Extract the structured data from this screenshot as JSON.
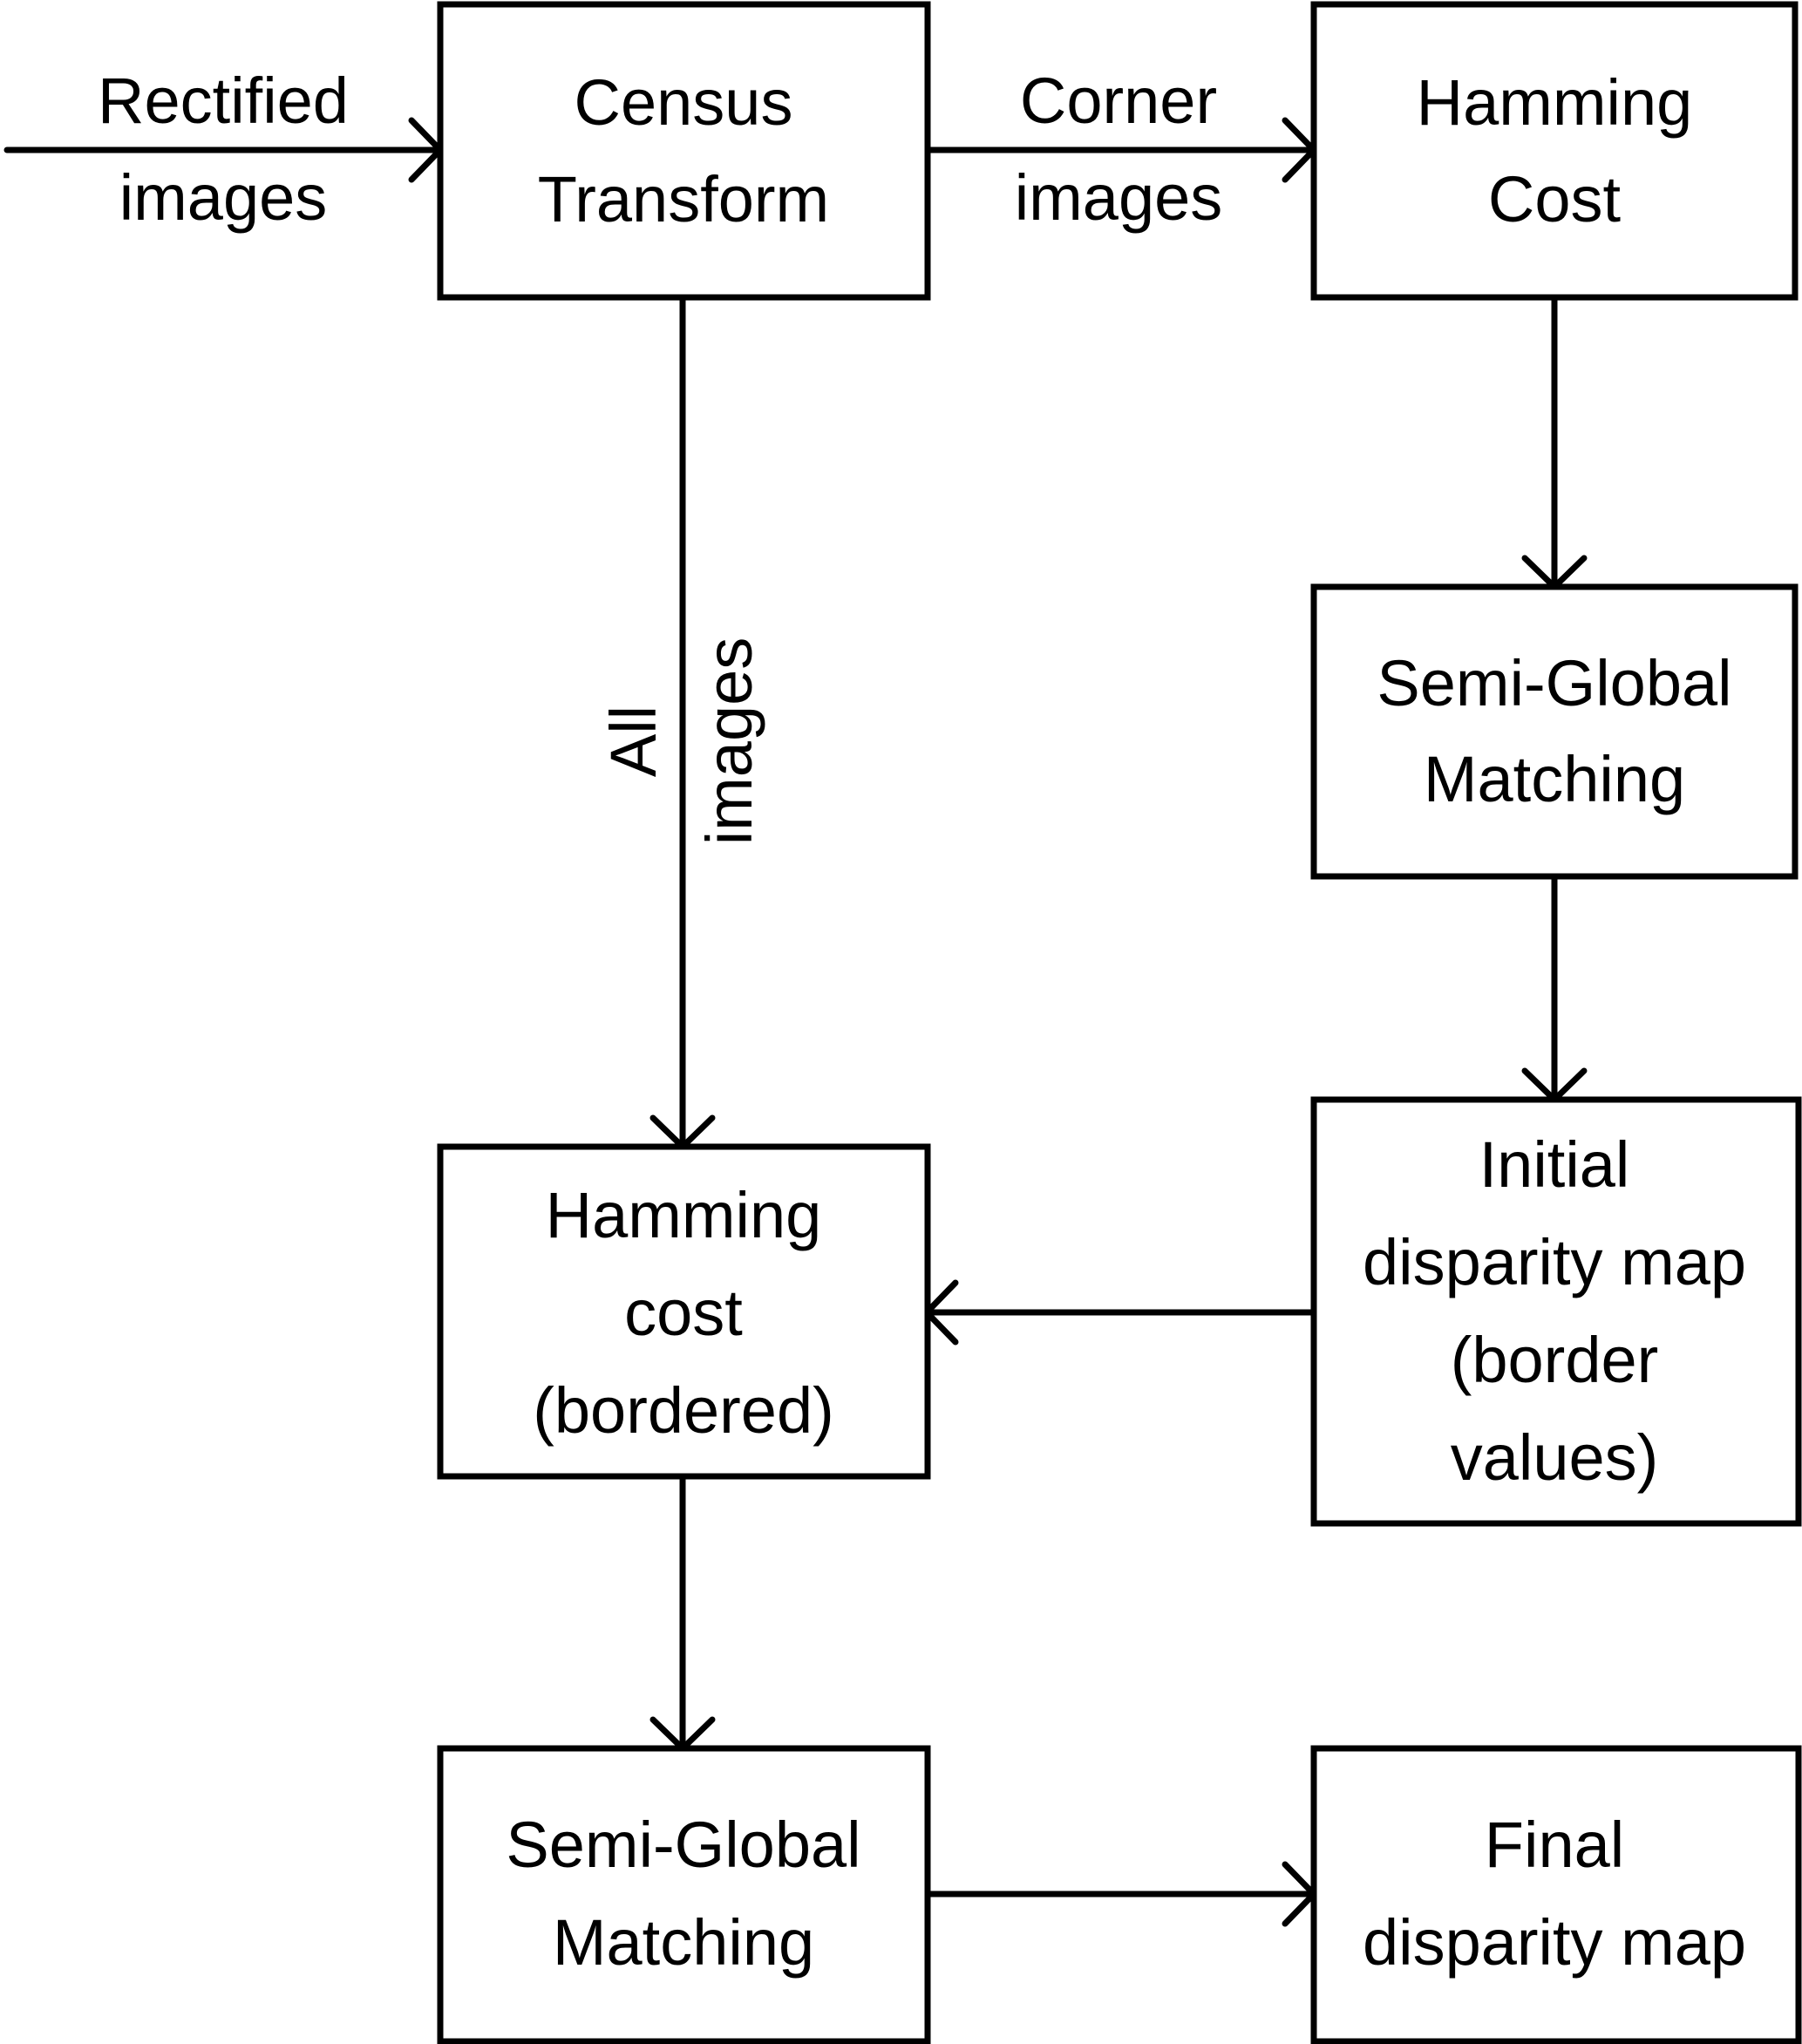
{
  "boxes": {
    "census_transform": [
      "Census",
      "Transform"
    ],
    "hamming_cost_top": [
      "Hamming",
      "Cost"
    ],
    "sgm_top": [
      "Semi-Global",
      "Matching"
    ],
    "initial_disparity": [
      "Initial",
      "disparity map",
      "(border",
      "values)"
    ],
    "hamming_cost_bordered": [
      "Hamming",
      "cost",
      "(bordered)"
    ],
    "sgm_bottom": [
      "Semi-Global",
      "Matching"
    ],
    "final_disparity": [
      "Final",
      "disparity map"
    ]
  },
  "edge_labels": {
    "rectified_images": [
      "Rectified",
      "images"
    ],
    "corner_images": [
      "Corner",
      "images"
    ],
    "all_images": [
      "All",
      "images"
    ]
  },
  "colors": {
    "stroke": "#000000",
    "background": "#ffffff"
  }
}
